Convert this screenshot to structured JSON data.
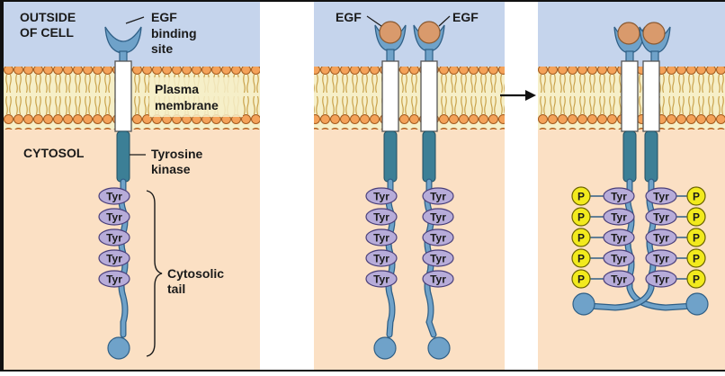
{
  "labels": {
    "outside": [
      "OUTSIDE",
      "OF CELL"
    ],
    "egf_binding_site": [
      "EGF",
      "binding",
      "site"
    ],
    "plasma_membrane": [
      "Plasma",
      "membrane"
    ],
    "cytosol": "CYTOSOL",
    "tyrosine_kinase": [
      "Tyrosine",
      "kinase"
    ],
    "cytosolic_tail": [
      "Cytosolic",
      "tail"
    ],
    "egf_left": "EGF",
    "egf_right": "EGF"
  },
  "tyr_label": "Tyr",
  "phosphate_label": "P",
  "colors": {
    "outside": "#c5d4ec",
    "membrane": "#f6efc8",
    "lipid_head": "#f4a259",
    "cytosol": "#fbe0c4",
    "receptor_white": "#ffffff",
    "kinase": "#3c7f96",
    "tail": "#6fa2c9",
    "tyr": "#b7acd9",
    "phosphate": "#f2ea1d",
    "egf": "#d99a6c",
    "frame": "#111111"
  }
}
